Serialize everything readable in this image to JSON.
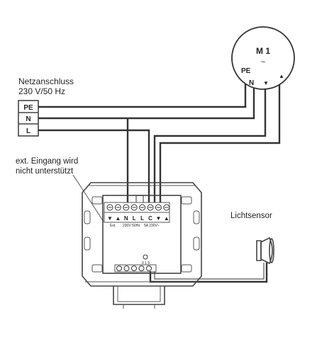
{
  "mains": {
    "title_line1": "Netzanschluss",
    "title_line2": "230 V/50 Hz",
    "terminals": [
      "PE",
      "N",
      "L"
    ]
  },
  "motor": {
    "name": "M 1",
    "ac_symbol": "~",
    "pe_label": "PE",
    "n_label": "N",
    "down_label": "▼",
    "up_label": "▲"
  },
  "ext_input_note": {
    "line1": "ext. Eingang wird",
    "line2": "nicht unterstützt"
  },
  "light_sensor_label": "Lichtsensor",
  "device": {
    "terminal_symbols": [
      "▼",
      "▲",
      "N",
      "L",
      "L",
      "C",
      "▼",
      "▲"
    ],
    "sub_ext": "Ext.",
    "sub_mains": "230V 50Hz",
    "sub_out": "5A 230V~",
    "sensor_socket_label": "0 1 5"
  }
}
